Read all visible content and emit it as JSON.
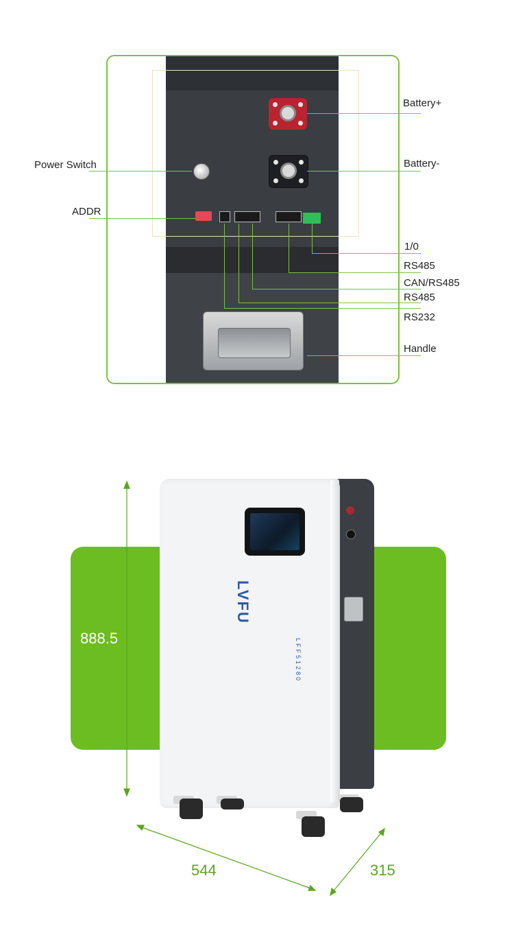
{
  "diagram": {
    "labels": {
      "battery_pos": "Battery+",
      "battery_neg": "Battery-",
      "power_switch": "Power Switch",
      "addr": "ADDR",
      "io": "1/0",
      "rs485_a": "RS485",
      "can_rs485": "CAN/RS485",
      "rs485_b": "RS485",
      "rs232": "RS232",
      "handle": "Handle"
    }
  },
  "product": {
    "brand": "LVFU",
    "model": "LFF51280",
    "dimensions": {
      "height": "888.5",
      "width": "544",
      "depth": "315"
    }
  },
  "colors": {
    "accent_green": "#7cc242",
    "panel_green": "#6cbd22",
    "positive_red": "#b8242f",
    "cabinet_dark": "#3a3d42"
  }
}
